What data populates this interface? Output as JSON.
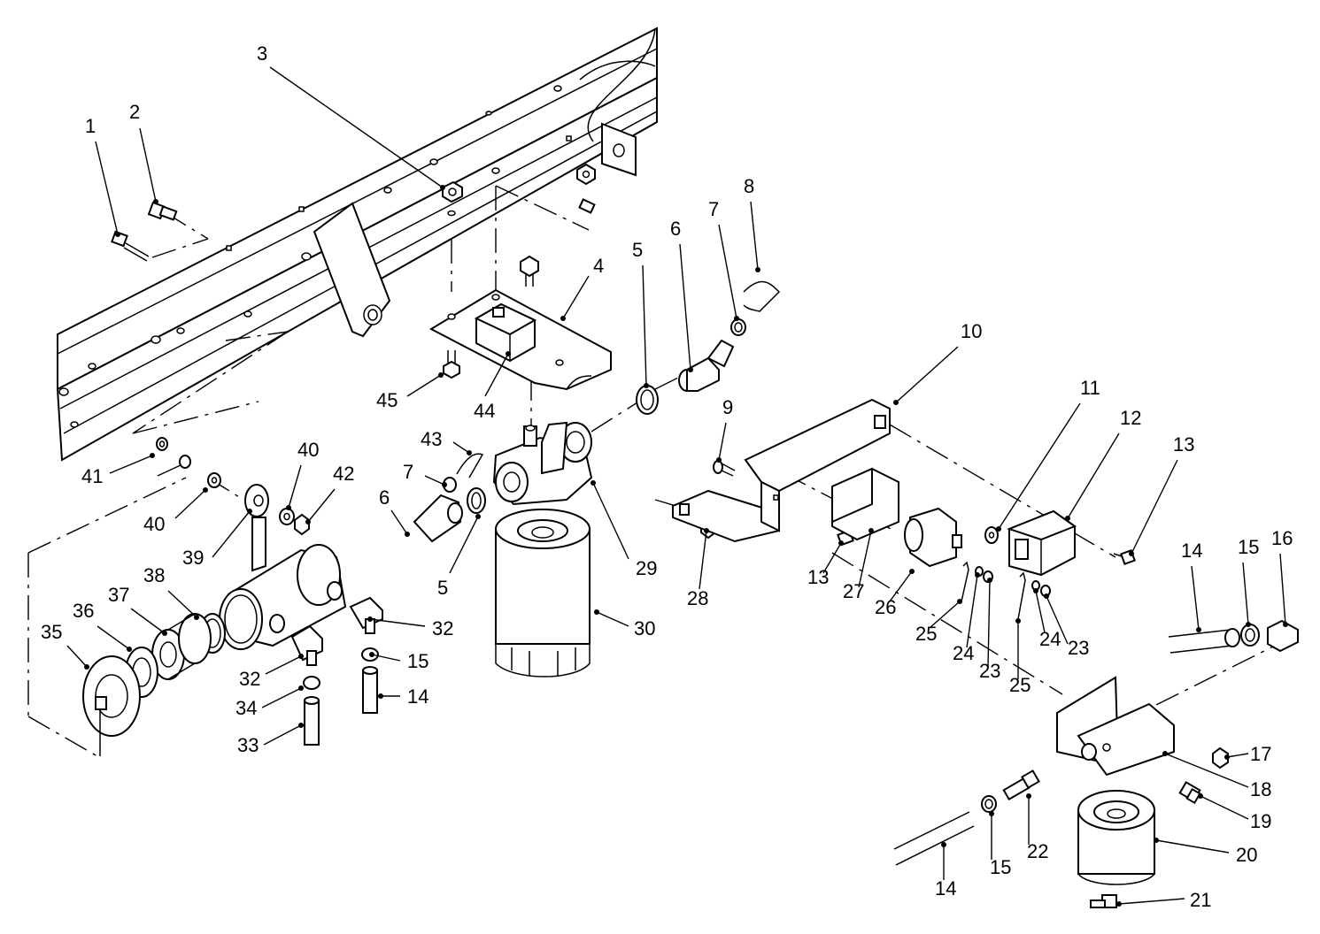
{
  "diagram": {
    "callouts": [
      {
        "id": "c1",
        "text": "1"
      },
      {
        "id": "c2",
        "text": "2"
      },
      {
        "id": "c3",
        "text": "3"
      },
      {
        "id": "c4",
        "text": "4"
      },
      {
        "id": "c5a",
        "text": "5"
      },
      {
        "id": "c6a",
        "text": "6"
      },
      {
        "id": "c7a",
        "text": "7"
      },
      {
        "id": "c8",
        "text": "8"
      },
      {
        "id": "c9",
        "text": "9"
      },
      {
        "id": "c10",
        "text": "10"
      },
      {
        "id": "c11",
        "text": "11"
      },
      {
        "id": "c12",
        "text": "12"
      },
      {
        "id": "c13a",
        "text": "13"
      },
      {
        "id": "c45",
        "text": "45"
      },
      {
        "id": "c44",
        "text": "44"
      },
      {
        "id": "c43",
        "text": "43"
      },
      {
        "id": "c7b",
        "text": "7"
      },
      {
        "id": "c6b",
        "text": "6"
      },
      {
        "id": "c5b",
        "text": "5"
      },
      {
        "id": "c29",
        "text": "29"
      },
      {
        "id": "c41",
        "text": "41"
      },
      {
        "id": "c40a",
        "text": "40"
      },
      {
        "id": "c40b",
        "text": "40"
      },
      {
        "id": "c42",
        "text": "42"
      },
      {
        "id": "c39",
        "text": "39"
      },
      {
        "id": "c38",
        "text": "38"
      },
      {
        "id": "c37",
        "text": "37"
      },
      {
        "id": "c36",
        "text": "36"
      },
      {
        "id": "c35",
        "text": "35"
      },
      {
        "id": "c32a",
        "text": "32"
      },
      {
        "id": "c32b",
        "text": "32"
      },
      {
        "id": "c15a",
        "text": "15"
      },
      {
        "id": "c14a",
        "text": "14"
      },
      {
        "id": "c34",
        "text": "34"
      },
      {
        "id": "c33",
        "text": "33"
      },
      {
        "id": "c30",
        "text": "30"
      },
      {
        "id": "c28",
        "text": "28"
      },
      {
        "id": "c13b",
        "text": "13"
      },
      {
        "id": "c27",
        "text": "27"
      },
      {
        "id": "c26",
        "text": "26"
      },
      {
        "id": "c25a",
        "text": "25"
      },
      {
        "id": "c24a",
        "text": "24"
      },
      {
        "id": "c23a",
        "text": "23"
      },
      {
        "id": "c25b",
        "text": "25"
      },
      {
        "id": "c24b",
        "text": "24"
      },
      {
        "id": "c23b",
        "text": "23"
      },
      {
        "id": "c14b",
        "text": "14"
      },
      {
        "id": "c15b",
        "text": "15"
      },
      {
        "id": "c16",
        "text": "16"
      },
      {
        "id": "c17",
        "text": "17"
      },
      {
        "id": "c18",
        "text": "18"
      },
      {
        "id": "c19",
        "text": "19"
      },
      {
        "id": "c20",
        "text": "20"
      },
      {
        "id": "c21",
        "text": "21"
      },
      {
        "id": "c22",
        "text": "22"
      },
      {
        "id": "c15c",
        "text": "15"
      },
      {
        "id": "c14c",
        "text": "14"
      }
    ]
  }
}
